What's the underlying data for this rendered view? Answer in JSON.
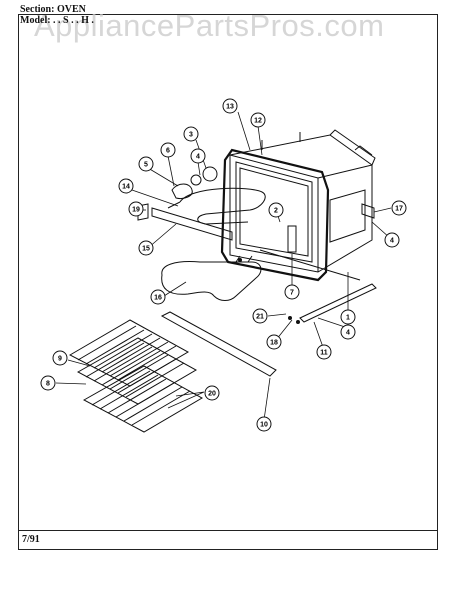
{
  "header": {
    "section_label": "Section:  OVEN",
    "model_label": "Model:  . . S . . H ."
  },
  "watermark": "AppliancePartsPros.com",
  "footer": {
    "date": "7/91"
  },
  "callouts": [
    {
      "id": "c1",
      "label": "1"
    },
    {
      "id": "c2",
      "label": "2"
    },
    {
      "id": "c3",
      "label": "3"
    },
    {
      "id": "c4a",
      "label": "4"
    },
    {
      "id": "c4b",
      "label": "4"
    },
    {
      "id": "c4c",
      "label": "4"
    },
    {
      "id": "c5",
      "label": "5"
    },
    {
      "id": "c6",
      "label": "6"
    },
    {
      "id": "c7",
      "label": "7"
    },
    {
      "id": "c8",
      "label": "8"
    },
    {
      "id": "c9",
      "label": "9"
    },
    {
      "id": "c10",
      "label": "10"
    },
    {
      "id": "c11",
      "label": "11"
    },
    {
      "id": "c12",
      "label": "12"
    },
    {
      "id": "c13",
      "label": "13"
    },
    {
      "id": "c14",
      "label": "14"
    },
    {
      "id": "c15",
      "label": "15"
    },
    {
      "id": "c16",
      "label": "16"
    },
    {
      "id": "c17",
      "label": "17"
    },
    {
      "id": "c18",
      "label": "18"
    },
    {
      "id": "c19",
      "label": "19"
    },
    {
      "id": "c20",
      "label": "20"
    },
    {
      "id": "c21",
      "label": "21"
    }
  ]
}
